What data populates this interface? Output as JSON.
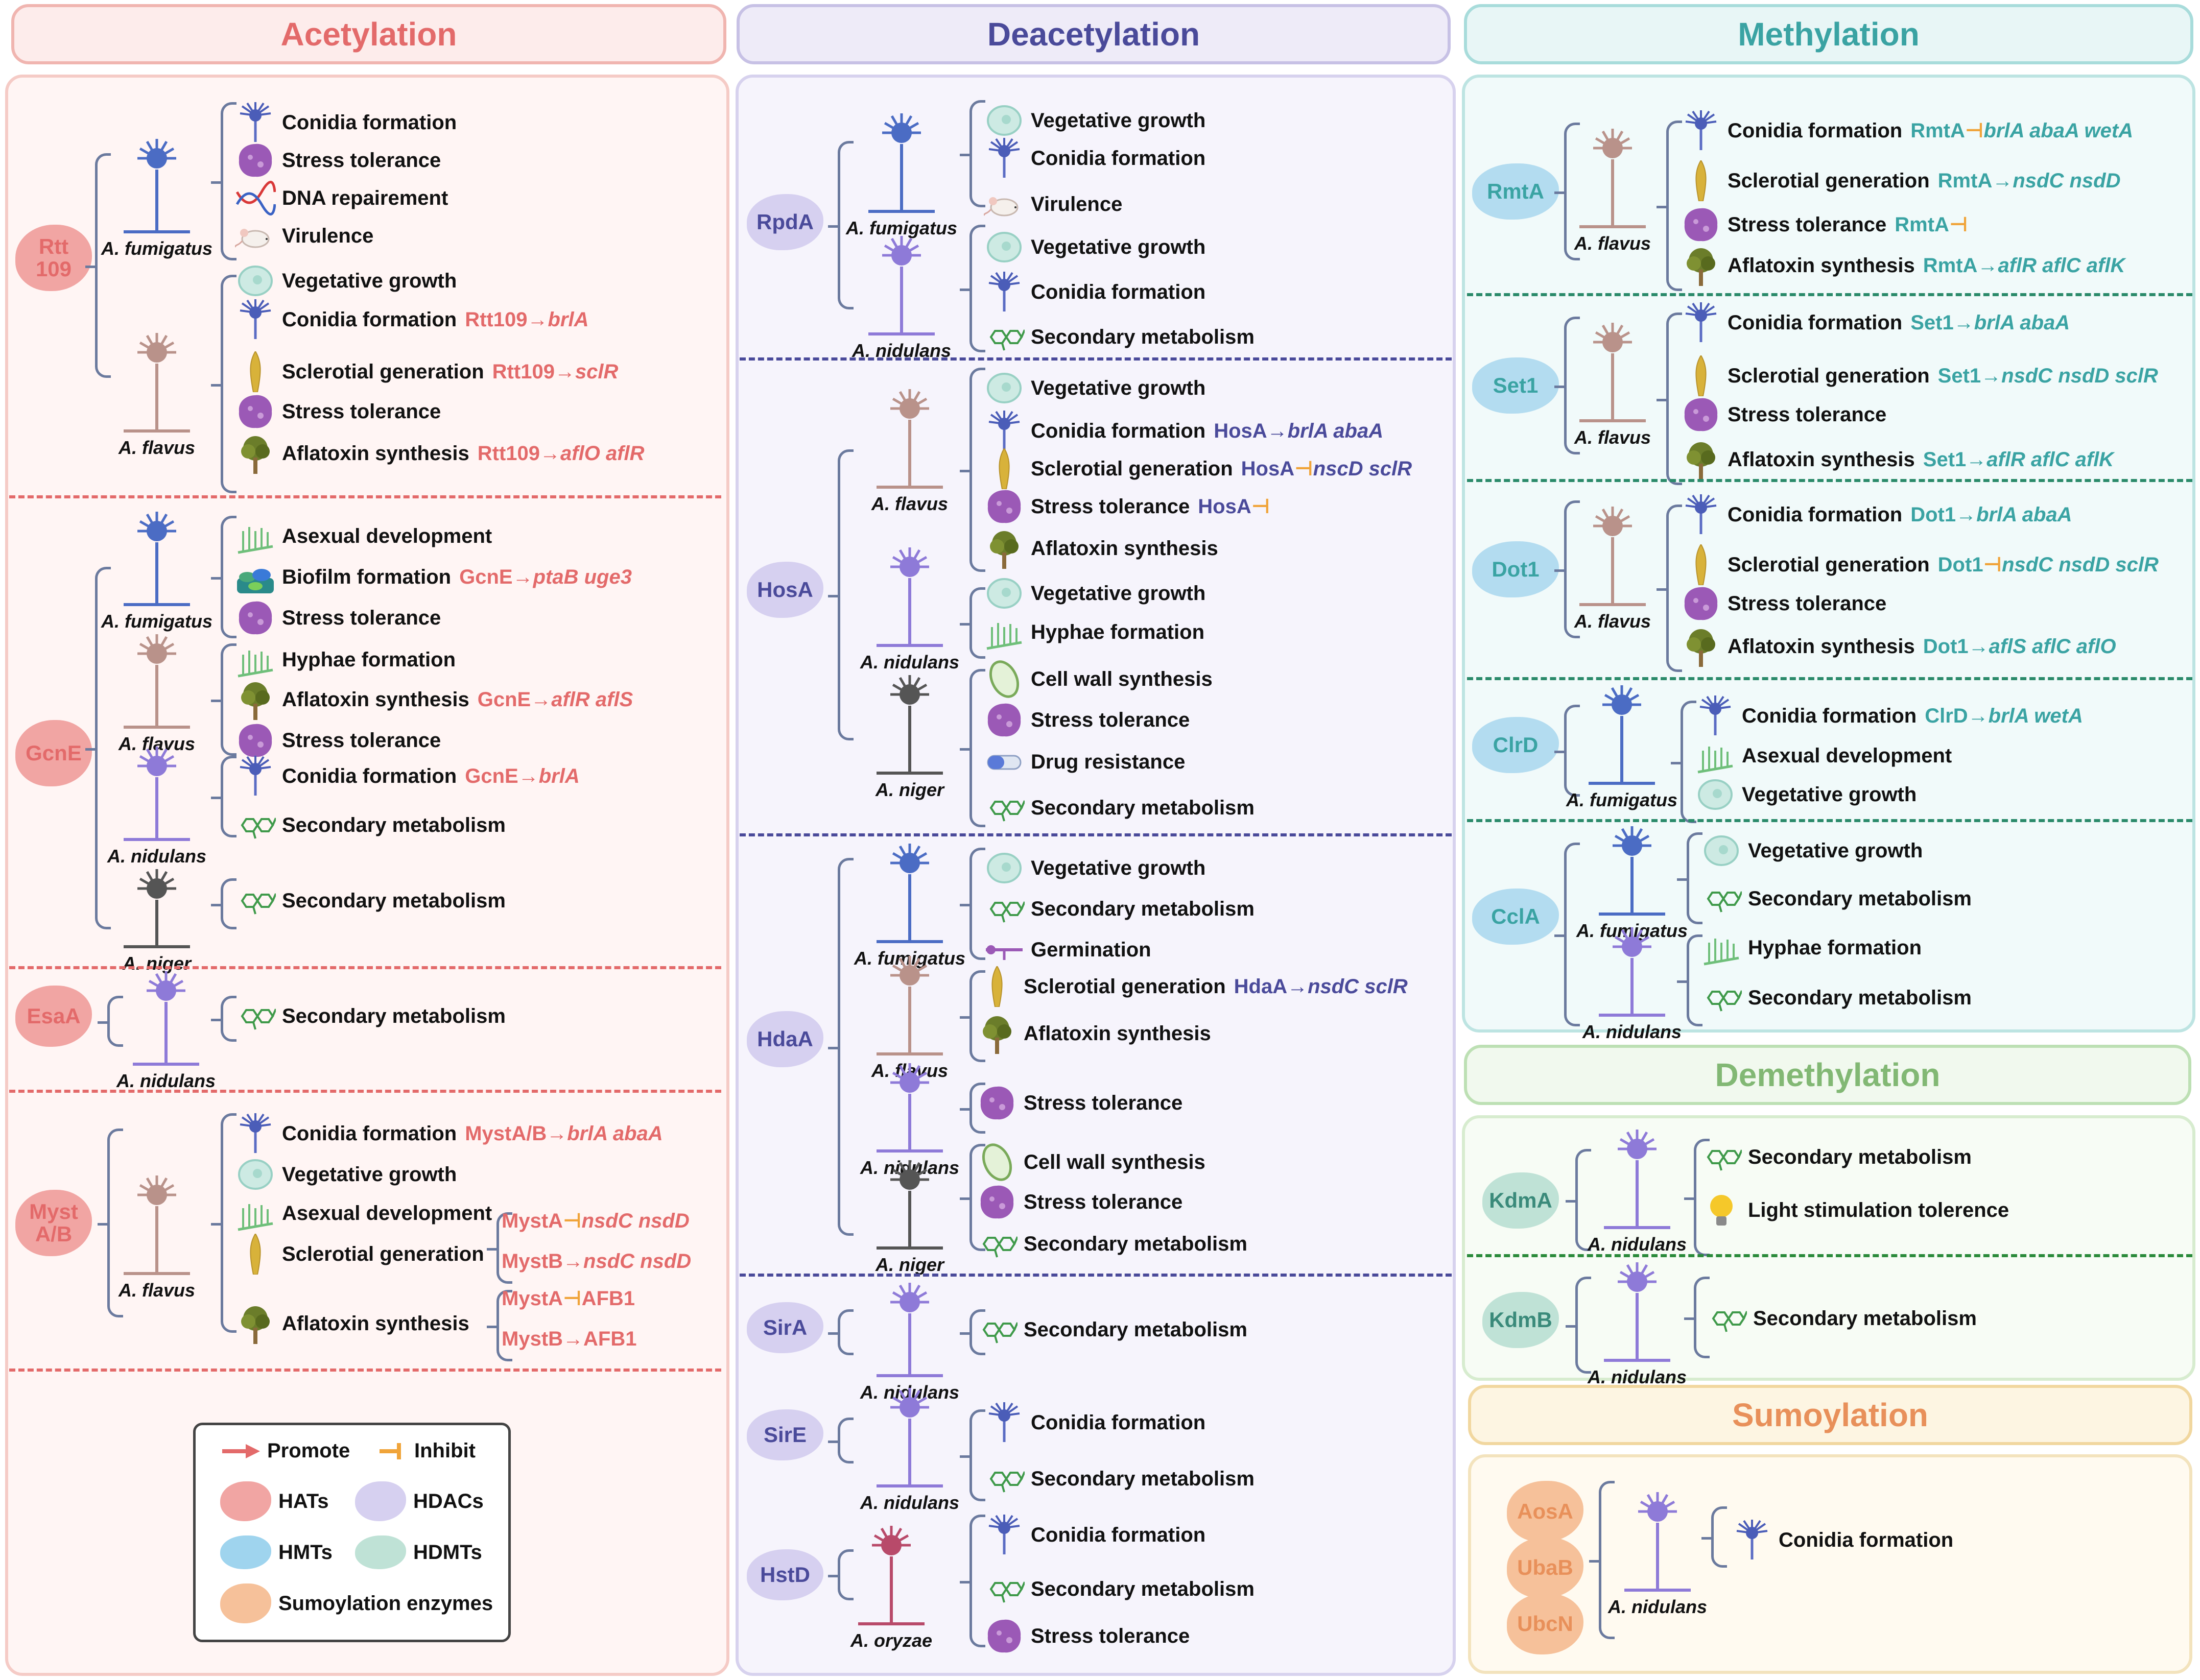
{
  "colors": {
    "acetyl": "#e36a6a",
    "deacetyl": "#4a4a9a",
    "methyl": "#3aa3a3",
    "demethyl": "#82b874",
    "sumo": "#e8905a"
  },
  "headers": {
    "acetylation": "Acetylation",
    "deacetylation": "Deacetylation",
    "methylation": "Methylation",
    "demethylation": "Demethylation",
    "sumoylation": "Sumoylation"
  },
  "acetylation": [
    {
      "enzyme": "Rtt\n109",
      "species": [
        {
          "name": "A.  fumigatus",
          "items": [
            {
              "icon": "conidiophore-icon",
              "label": "Conidia formation"
            },
            {
              "icon": "stress-cell-icon",
              "label": "Stress tolerance"
            },
            {
              "icon": "dna-helix-icon",
              "label": "DNA  repairement"
            },
            {
              "icon": "mouse-icon",
              "label": "Virulence"
            }
          ]
        },
        {
          "name": "A. flavus",
          "items": [
            {
              "icon": "cell-icon",
              "label": "Vegetative growth"
            },
            {
              "icon": "conidiophore-icon",
              "label": "Conidia formation",
              "reg": "Rtt109",
              "rel": "→",
              "targets": "brlA"
            },
            {
              "icon": "sclerotium-icon",
              "label": "Sclerotial generation",
              "reg": "Rtt109",
              "rel": "→",
              "targets": "sclR"
            },
            {
              "icon": "stress-cell-icon",
              "label": "Stress tolerance"
            },
            {
              "icon": "tree-icon",
              "label": "Aflatoxin synthesis",
              "reg": "Rtt109",
              "rel": "→",
              "targets": "aflO aflR"
            }
          ]
        }
      ]
    },
    {
      "enzyme": "GcnE",
      "species": [
        {
          "name": "A. fumigatus",
          "items": [
            {
              "icon": "hyphae-icon",
              "label": "Asexual development"
            },
            {
              "icon": "biofilm-icon",
              "label": "Biofilm formation",
              "reg": "GcnE",
              "rel": "→",
              "targets": "ptaB uge3"
            },
            {
              "icon": "stress-cell-icon",
              "label": "Stress tolerance"
            }
          ]
        },
        {
          "name": "A. flavus",
          "items": [
            {
              "icon": "hyphae-icon",
              "label": "Hyphae formation"
            },
            {
              "icon": "tree-icon",
              "label": "Aflatoxin synthesis",
              "reg": "GcnE",
              "rel": "→",
              "targets": "aflR aflS"
            },
            {
              "icon": "stress-cell-icon",
              "label": "Stress tolerance"
            }
          ]
        },
        {
          "name": "A. nidulans",
          "items": [
            {
              "icon": "conidiophore-icon",
              "label": "Conidia formation",
              "reg": "GcnE",
              "rel": "→",
              "targets": "brlA"
            },
            {
              "icon": "molecule-icon",
              "label": "Secondary metabolism"
            }
          ]
        },
        {
          "name": "A. niger",
          "items": [
            {
              "icon": "molecule-icon",
              "label": "Secondary metabolism"
            }
          ]
        }
      ]
    },
    {
      "enzyme": "EsaA",
      "species": [
        {
          "name": "A. nidulans",
          "items": [
            {
              "icon": "molecule-icon",
              "label": "Secondary metabolism"
            }
          ]
        }
      ]
    },
    {
      "enzyme": "Myst\nA/B",
      "species": [
        {
          "name": "A. flavus",
          "items": [
            {
              "icon": "conidiophore-icon",
              "label": "Conidia formation",
              "reg": "MystA/B",
              "rel": "→",
              "targets": "brlA abaA"
            },
            {
              "icon": "cell-icon",
              "label": "Vegetative growth"
            },
            {
              "icon": "hyphae-icon",
              "label": "Asexual development"
            },
            {
              "icon": "sclerotium-icon",
              "label": "Sclerotial generation",
              "sub": [
                {
                  "reg": "MystA",
                  "rel": "⊣",
                  "targets": "nsdC  nsdD"
                },
                {
                  "reg": "MystB",
                  "rel": "→",
                  "targets": "nsdC  nsdD"
                }
              ]
            },
            {
              "icon": "tree-icon",
              "label": "Aflatoxin synthesis",
              "sub": [
                {
                  "reg": "MystA",
                  "rel": "⊣",
                  "targets": "AFB1",
                  "plain": true
                },
                {
                  "reg": "MystB",
                  "rel": "→",
                  "targets": "AFB1",
                  "plain": true
                }
              ]
            }
          ]
        }
      ]
    }
  ],
  "deacetylation": [
    {
      "enzyme": "RpdA",
      "species": [
        {
          "name": "A. fumigatus",
          "items": [
            {
              "icon": "cell-icon",
              "label": "Vegetative growth"
            },
            {
              "icon": "conidiophore-icon",
              "label": "Conidia formation"
            },
            {
              "icon": "mouse-icon",
              "label": "Virulence"
            }
          ]
        },
        {
          "name": "A. nidulans",
          "items": [
            {
              "icon": "cell-icon",
              "label": "Vegetative growth"
            },
            {
              "icon": "conidiophore-icon",
              "label": "Conidia formation"
            },
            {
              "icon": "molecule-icon",
              "label": "Secondary metabolism"
            }
          ]
        }
      ]
    },
    {
      "enzyme": "HosA",
      "species": [
        {
          "name": "A. flavus",
          "items": [
            {
              "icon": "cell-icon",
              "label": "Vegetative growth"
            },
            {
              "icon": "conidiophore-icon",
              "label": "Conidia formation",
              "reg": "HosA",
              "rel": "→",
              "targets": "brlA abaA"
            },
            {
              "icon": "sclerotium-icon",
              "label": "Sclerotial generation",
              "reg": "HosA",
              "rel": "⊣",
              "targets": "nscD sclR"
            },
            {
              "icon": "stress-cell-icon",
              "label": "Stress tolerance",
              "reg": "HosA",
              "rel": "⊣",
              "targets": ""
            },
            {
              "icon": "tree-icon",
              "label": "Aflatoxin synthesis"
            }
          ]
        },
        {
          "name": "A. nidulans",
          "items": [
            {
              "icon": "cell-icon",
              "label": "Vegetative growth"
            },
            {
              "icon": "hyphae-icon",
              "label": "Hyphae formation"
            }
          ]
        },
        {
          "name": "A. niger",
          "items": [
            {
              "icon": "cellwall-icon",
              "label": "Cell wall synthesis"
            },
            {
              "icon": "stress-cell-icon",
              "label": "Stress tolerance"
            },
            {
              "icon": "pill-icon",
              "label": "Drug resistance"
            },
            {
              "icon": "molecule-icon",
              "label": "Secondary metabolism"
            }
          ]
        }
      ]
    },
    {
      "enzyme": "HdaA",
      "species": [
        {
          "name": "A. fumigatus",
          "items": [
            {
              "icon": "cell-icon",
              "label": "Vegetative growth"
            },
            {
              "icon": "molecule-icon",
              "label": "Secondary metabolism"
            },
            {
              "icon": "germ-icon",
              "label": "Germination"
            }
          ]
        },
        {
          "name": "A. flavus",
          "items": [
            {
              "icon": "sclerotium-icon",
              "label": "Sclerotial generation",
              "reg": "HdaA",
              "rel": "→",
              "targets": "nsdC sclR"
            },
            {
              "icon": "tree-icon",
              "label": "Aflatoxin synthesis"
            }
          ]
        },
        {
          "name": "A. nidulans",
          "items": [
            {
              "icon": "stress-cell-icon",
              "label": "Stress tolerance"
            }
          ]
        },
        {
          "name": "A. niger",
          "items": [
            {
              "icon": "cellwall-icon",
              "label": "Cell wall synthesis"
            },
            {
              "icon": "stress-cell-icon",
              "label": "Stress tolerance"
            },
            {
              "icon": "molecule-icon",
              "label": "Secondary metabolism"
            }
          ]
        }
      ]
    },
    {
      "enzyme": "SirA",
      "species": [
        {
          "name": "A. nidulans",
          "items": [
            {
              "icon": "molecule-icon",
              "label": "Secondary metabolism"
            }
          ]
        }
      ]
    },
    {
      "enzyme": "SirE",
      "species": [
        {
          "name": "A. nidulans",
          "items": [
            {
              "icon": "conidiophore-icon",
              "label": "Conidia formation"
            },
            {
              "icon": "molecule-icon",
              "label": "Secondary metabolism"
            }
          ]
        }
      ]
    },
    {
      "enzyme": "HstD",
      "species": [
        {
          "name": "A. oryzae",
          "items": [
            {
              "icon": "conidiophore-icon",
              "label": "Conidia formation"
            },
            {
              "icon": "molecule-icon",
              "label": "Secondary metabolism"
            },
            {
              "icon": "stress-cell-icon",
              "label": "Stress tolerance"
            }
          ]
        }
      ]
    }
  ],
  "methylation": [
    {
      "enzyme": "RmtA",
      "species": [
        {
          "name": "A. flavus",
          "items": [
            {
              "icon": "conidiophore-icon",
              "label": "Conidia formation",
              "reg": "RmtA",
              "rel": "⊣",
              "targets": "brlA abaA wetA"
            },
            {
              "icon": "sclerotium-icon",
              "label": "Sclerotial generation",
              "reg": "RmtA",
              "rel": "→",
              "targets": "nsdC  nsdD"
            },
            {
              "icon": "stress-cell-icon",
              "label": "Stress tolerance",
              "reg": "RmtA",
              "rel": "⊣",
              "targets": ""
            },
            {
              "icon": "tree-icon",
              "label": "Aflatoxin synthesis",
              "reg": "RmtA",
              "rel": "→",
              "targets": "aflR aflC aflK"
            }
          ]
        }
      ]
    },
    {
      "enzyme": "Set1",
      "species": [
        {
          "name": "A. flavus",
          "items": [
            {
              "icon": "conidiophore-icon",
              "label": "Conidia formation",
              "reg": "Set1",
              "rel": "→",
              "targets": "brlA abaA"
            },
            {
              "icon": "sclerotium-icon",
              "label": "Sclerotial generation",
              "reg": "Set1",
              "rel": "→",
              "targets": "nsdC  nsdD sclR"
            },
            {
              "icon": "stress-cell-icon",
              "label": "Stress tolerance"
            },
            {
              "icon": "tree-icon",
              "label": "Aflatoxin synthesis",
              "reg": "Set1",
              "rel": "→",
              "targets": "aflR aflC aflK"
            }
          ]
        }
      ]
    },
    {
      "enzyme": "Dot1",
      "species": [
        {
          "name": "A. flavus",
          "items": [
            {
              "icon": "conidiophore-icon",
              "label": "Conidia formation",
              "reg": "Dot1",
              "rel": "→",
              "targets": "brlA abaA"
            },
            {
              "icon": "sclerotium-icon",
              "label": "Sclerotial generation",
              "reg": "Dot1",
              "rel": "⊣",
              "targets": "nsdC  nsdD sclR"
            },
            {
              "icon": "stress-cell-icon",
              "label": "Stress tolerance"
            },
            {
              "icon": "tree-icon",
              "label": "Aflatoxin synthesis",
              "reg": "Dot1",
              "rel": "→",
              "targets": "aflS aflC aflO"
            }
          ]
        }
      ]
    },
    {
      "enzyme": "ClrD",
      "species": [
        {
          "name": "A. fumigatus",
          "items": [
            {
              "icon": "conidiophore-icon",
              "label": "Conidia formation",
              "reg": "ClrD",
              "rel": "→",
              "targets": "brlA wetA"
            },
            {
              "icon": "hyphae-icon",
              "label": "Asexual development"
            },
            {
              "icon": "cell-icon",
              "label": "Vegetative growth"
            }
          ]
        }
      ]
    },
    {
      "enzyme": "CclA",
      "species": [
        {
          "name": "A. fumigatus",
          "items": [
            {
              "icon": "cell-icon",
              "label": "Vegetative growth"
            },
            {
              "icon": "molecule-icon",
              "label": "Secondary metabolism"
            }
          ]
        },
        {
          "name": "A. nidulans",
          "items": [
            {
              "icon": "hyphae-icon",
              "label": "Hyphae formation"
            },
            {
              "icon": "molecule-icon",
              "label": "Secondary metabolism"
            }
          ]
        }
      ]
    }
  ],
  "demethylation": [
    {
      "enzyme": "KdmA",
      "species": [
        {
          "name": "A. nidulans",
          "items": [
            {
              "icon": "molecule-icon",
              "label": "Secondary metabolism"
            },
            {
              "icon": "lightbulb-icon",
              "label": "Light stimulation tolerence"
            }
          ]
        }
      ]
    },
    {
      "enzyme": "KdmB",
      "species": [
        {
          "name": "A. nidulans",
          "items": [
            {
              "icon": "molecule-icon",
              "label": "Secondary metabolism"
            }
          ]
        }
      ]
    }
  ],
  "sumoylation": {
    "enzymes": [
      "AosA",
      "UbaB",
      "UbcN"
    ],
    "species": "A. nidulans",
    "items": [
      {
        "icon": "conidiophore-icon",
        "label": "Conidia formation"
      }
    ]
  },
  "legend": {
    "promote": "Promote",
    "inhibit": "Inhibit",
    "hats": "HATs",
    "hdacs": "HDACs",
    "hmts": "HMTs",
    "hdmts": "HDMTs",
    "sumo": "Sumoylation enzymes"
  }
}
